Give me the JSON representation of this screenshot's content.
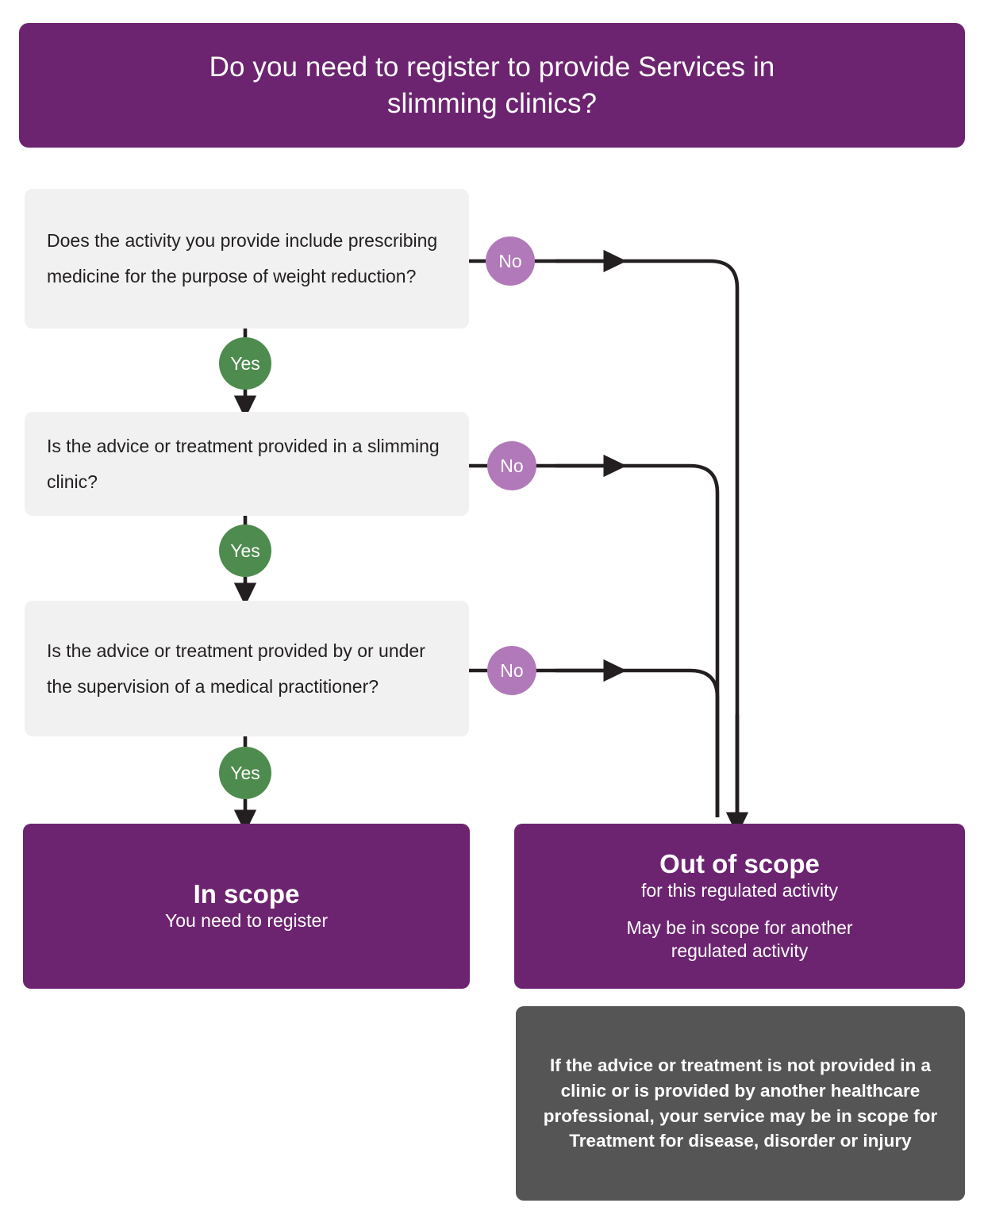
{
  "title": {
    "line1": "Do you need to register to provide Services in",
    "line2": "slimming clinics?"
  },
  "colors": {
    "brand_purple": "#6C2470",
    "question_grey": "#F1F1F1",
    "note_grey": "#555555",
    "yes_green": "#4E8B4E",
    "no_mauve": "#B279BA",
    "connector_black": "#231F20",
    "text_dark": "#231F20",
    "text_light": "#FFFFFF"
  },
  "questions": [
    {
      "id": "q1",
      "text": "Does the activity you provide include prescribing medicine for the purpose of weight reduction?",
      "yes_label": "Yes",
      "no_label": "No"
    },
    {
      "id": "q2",
      "text": "Is the advice or treatment provided in a slimming clinic?",
      "yes_label": "Yes",
      "no_label": "No"
    },
    {
      "id": "q3",
      "text": "Is the advice or treatment provided by or under the supervision of a medical practitioner?",
      "yes_label": "Yes",
      "no_label": "No"
    }
  ],
  "outcomes": {
    "in_scope": {
      "heading": "In scope",
      "subheading": "You need to register"
    },
    "out_of_scope": {
      "heading": "Out of scope",
      "subheading": "for this regulated activity",
      "extra_line1": "May be in scope for another",
      "extra_line2": "regulated activity"
    }
  },
  "note": {
    "text": "If the advice or treatment is not provided in a clinic or is provided by another healthcare professional, your service may be in scope for Treatment for disease, disorder or injury"
  }
}
